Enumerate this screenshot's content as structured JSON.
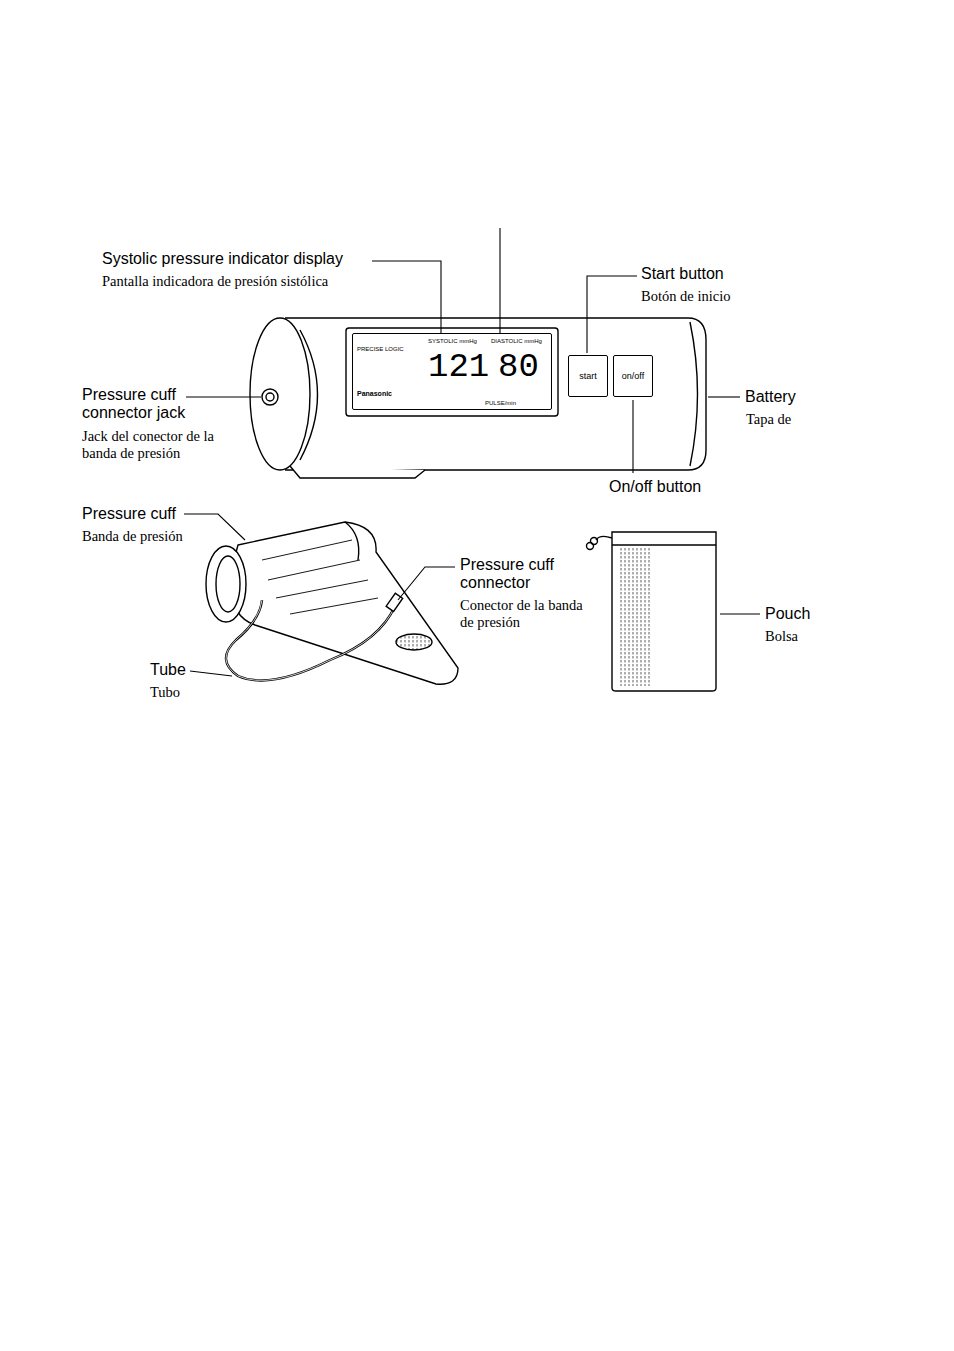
{
  "diagram": {
    "nodes": [
      {
        "text": [
          "PRECISE LOGIC",
          "SYSTOLIC mmHg",
          "DIASTOLIC mmHg",
          "121",
          "80",
          "Panasonic",
          "PULSE/min"
        ]
      },
      {
        "text": [
          "start"
        ]
      },
      {
        "text": [
          "on/off"
        ]
      }
    ],
    "labels": [
      "Systolic pressure indicator display",
      "Pantalla indicadora de presión sistólica",
      "Start button",
      "Botón de inicio",
      "Pressure cuff connector jack",
      "Jack del conector de la banda de presión",
      "Battery",
      "Tapa de",
      "On/off button",
      "Pressure cuff",
      "Banda de presión",
      "Pressure cuff connector",
      "Conector de la banda de presión",
      "Pouch",
      "Bolsa",
      "Tube",
      "Tubo"
    ]
  }
}
